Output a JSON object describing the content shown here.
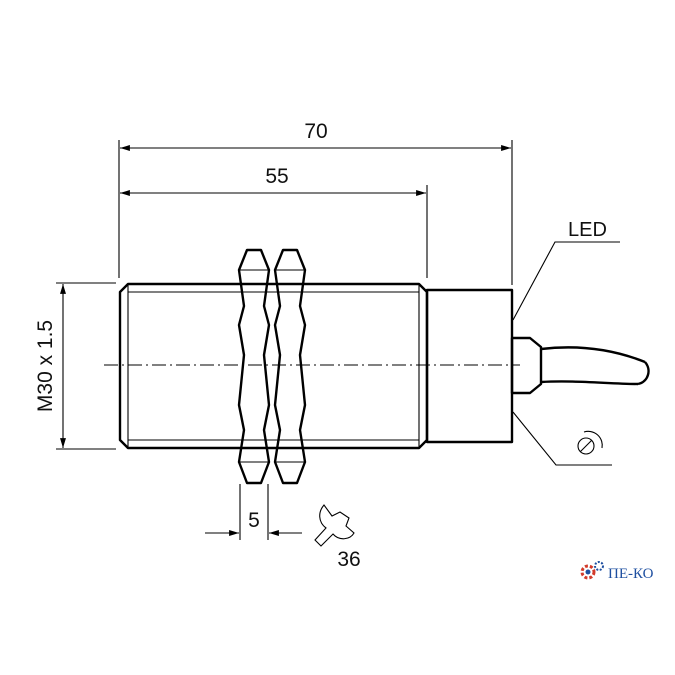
{
  "dimensions": {
    "overall_length": "70",
    "thread_length": "55",
    "thread_spec": "M30 x 1.5",
    "nut_thickness": "5",
    "wrench_size": "36"
  },
  "labels": {
    "led": "LED"
  },
  "logo": {
    "text": "ПЕ-КО",
    "color": "#1e4fa0",
    "gear_color": "#d23a2a"
  }
}
